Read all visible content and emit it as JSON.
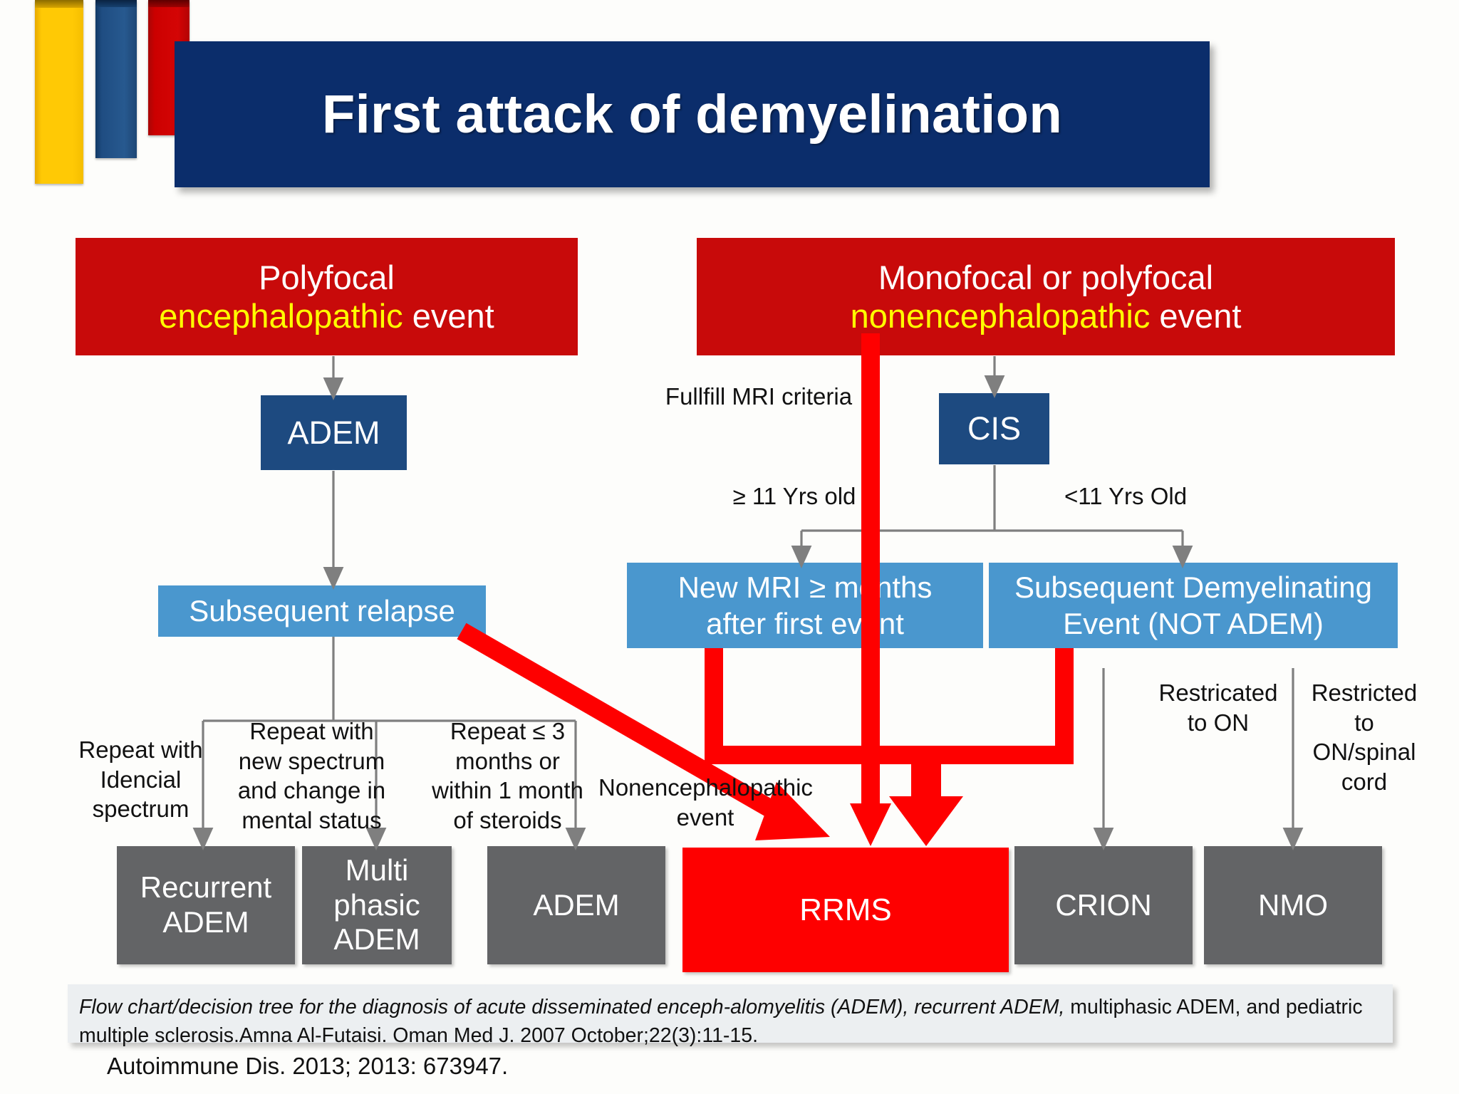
{
  "title": {
    "text": "First attack of demyelination"
  },
  "headers": {
    "left": {
      "line1": "Polyfocal",
      "emphasis": "encephalopathic",
      "suffix": " event"
    },
    "right": {
      "line1": "Monofocal or polyfocal",
      "emphasis": "nonencephalopathic",
      "suffix": " event"
    }
  },
  "nodes": {
    "adem": "ADEM",
    "cis": "CIS",
    "subsequent_relapse": "Subsequent relapse",
    "new_mri_l1": "New MRI ≥ months",
    "new_mri_l2": "after first event",
    "subseq_demy_l1": "Subsequent Demyelinating",
    "subseq_demy_l2": "Event (NOT ADEM)"
  },
  "outcomes": {
    "recurrent_adem_l1": "Recurrent",
    "recurrent_adem_l2": "ADEM",
    "multiphasic_l1": "Multi",
    "multiphasic_l2": "phasic",
    "multiphasic_l3": "ADEM",
    "adem": "ADEM",
    "rrms": "RRMS",
    "crion": "CRION",
    "nmo": "NMO"
  },
  "edge_labels": {
    "fullfill_mri": "Fullfill MRI criteria",
    "age_ge11": "≥ 11 Yrs old",
    "age_lt11": "<11 Yrs Old",
    "repeat_identical_l1": "Repeat with",
    "repeat_identical_l2": "Idencial",
    "repeat_identical_l3": "spectrum",
    "repeat_new_l1": "Repeat with",
    "repeat_new_l2": "new spectrum",
    "repeat_new_l3": "and change in",
    "repeat_new_l4": "mental status",
    "repeat_le3_l1": "Repeat ≤ 3",
    "repeat_le3_l2": "months or",
    "repeat_le3_l3": "within 1 month",
    "repeat_le3_l4": "of steroids",
    "nonenceph_l1": "Nonencephalopathic",
    "nonenceph_l2": "event",
    "restricted_on_l1": "Restricated",
    "restricted_on_l2": "to ON",
    "restricted_spinal_l1": "Restricted",
    "restricted_spinal_l2": "to",
    "restricted_spinal_l3": "ON/spinal",
    "restricted_spinal_l4": "cord"
  },
  "caption": {
    "italic_part": "Flow chart/decision tree for the diagnosis of acute disseminated enceph-alomyelitis (ADEM), recurrent ADEM,",
    "rest_part": " multiphasic ADEM, and pediatric multiple sclerosis.Amna Al-Futaisi. Oman Med J. 2007 October;22(3):11-15.",
    "reference": "Autoimmune Dis. 2013; 2013: 673947."
  },
  "colors": {
    "navy": "#0b2d6b",
    "box_navy": "#1d4a80",
    "red_header": "#c80a0a",
    "red_bright": "#fe0000",
    "light_blue": "#4a97ce",
    "gray_box": "#636466",
    "yellow_text": "#ffff00",
    "bar_yellow": "#ffc905",
    "bar_blue": "#1f4d82",
    "bar_red": "#cc0000"
  }
}
